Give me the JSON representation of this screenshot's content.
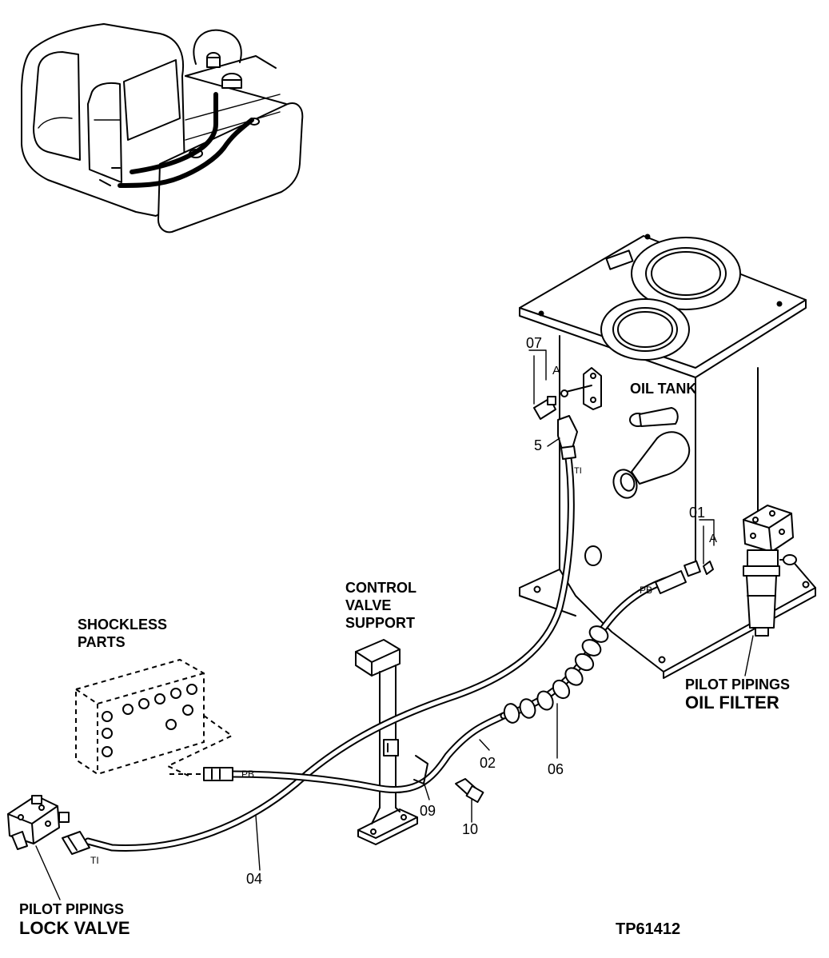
{
  "labels": {
    "oil_tank": "OIL TANK",
    "control_valve_support_1": "CONTROL",
    "control_valve_support_2": "VALVE",
    "control_valve_support_3": "SUPPORT",
    "shockless_parts_1": "SHOCKLESS",
    "shockless_parts_2": "PARTS",
    "pilot_pipings_oil_filter_1": "PILOT PIPINGS",
    "pilot_pipings_oil_filter_2": "OIL FILTER",
    "pilot_pipings_lock_valve_1": "PILOT PIPINGS",
    "pilot_pipings_lock_valve_2": "LOCK VALVE",
    "drawing_number": "TP61412"
  },
  "callouts": {
    "c07": "07",
    "c5": "5",
    "c01": "01",
    "c02": "02",
    "c04": "04",
    "c06": "06",
    "c09": "09",
    "c10": "10",
    "a_top": "A",
    "a_right": "A"
  },
  "port_marks": {
    "ti_upper": "TI",
    "ti_lower": "TI",
    "pb_upper": "PB",
    "pb_lower": "PB"
  }
}
